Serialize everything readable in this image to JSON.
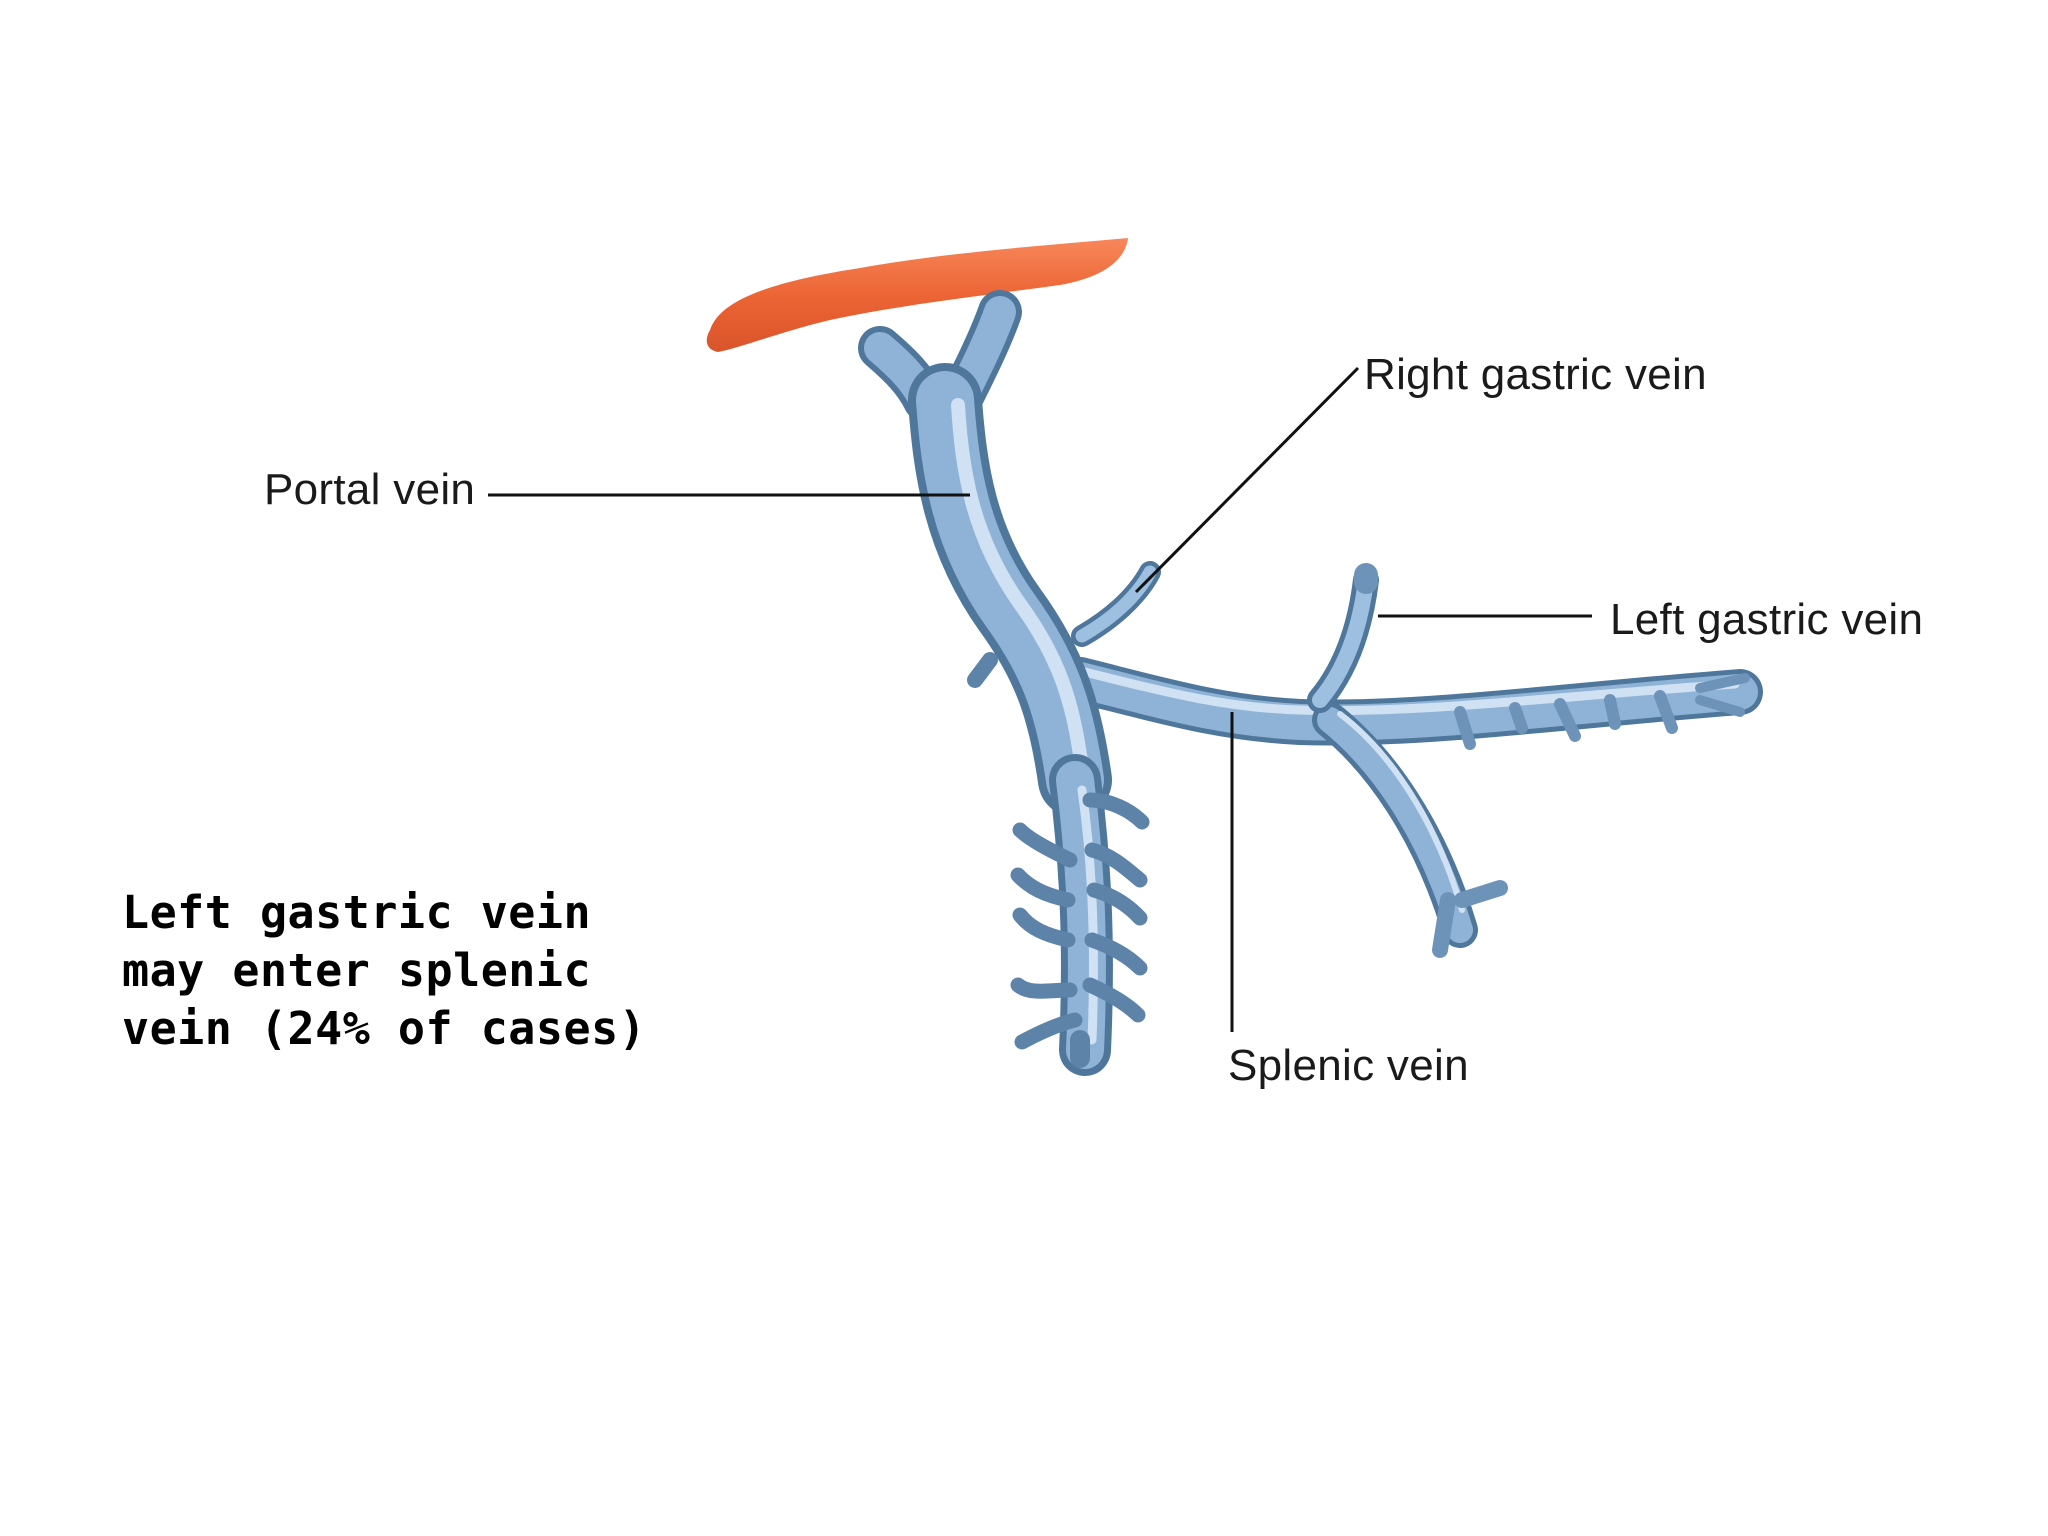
{
  "labels": {
    "portal_vein": "Portal vein",
    "right_gastric_vein": "Right gastric vein",
    "left_gastric_vein": "Left gastric vein",
    "splenic_vein": "Splenic vein"
  },
  "note": {
    "line1": "Left gastric vein",
    "line2": "may enter splenic",
    "line3": "vein (24% of cases)"
  },
  "colors": {
    "liver": "#ee6a3c",
    "vein": "#8fb3d6",
    "vein_dark": "#50789e",
    "vein_light": "#c7dcef",
    "leader_line": "#111111"
  }
}
